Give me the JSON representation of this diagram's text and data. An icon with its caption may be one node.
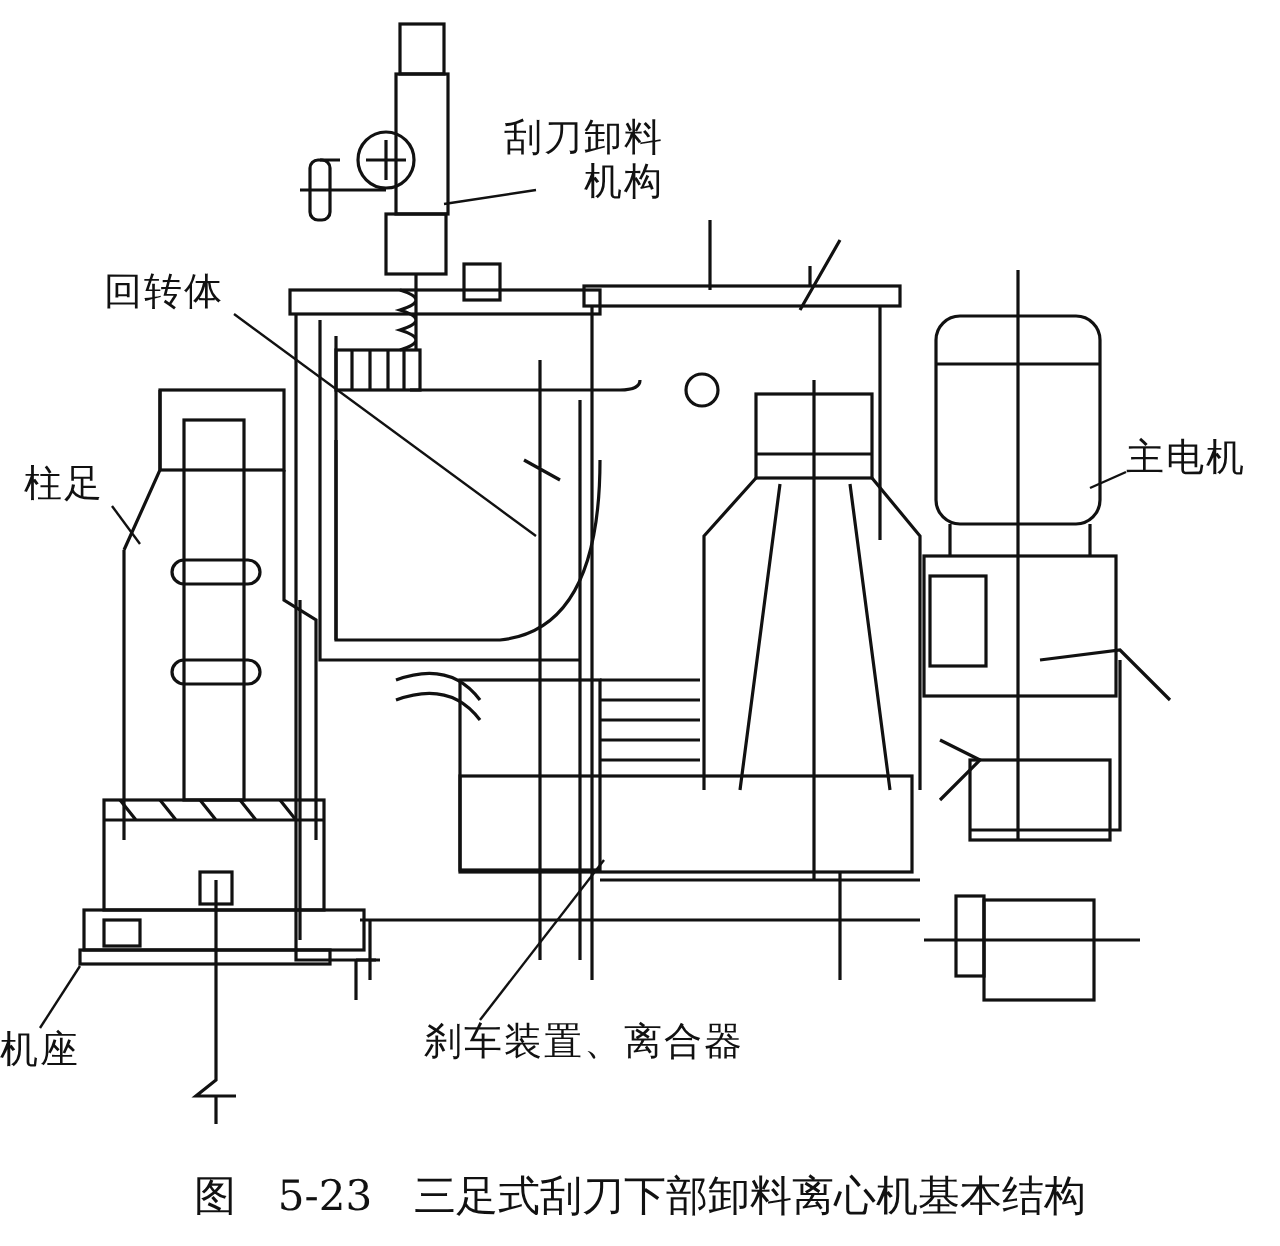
{
  "diagram": {
    "caption": "图 5-23 三足式刮刀下部卸料离心机基本结构",
    "nodes": [
      {
        "text": [
          "刮刀卸料机构"
        ]
      },
      {
        "text": [
          "回转体"
        ]
      },
      {
        "text": [
          "柱足"
        ]
      },
      {
        "text": [
          "主电机"
        ]
      },
      {
        "text": [
          "机座"
        ]
      },
      {
        "text": [
          "刹车装置、离合器"
        ]
      }
    ],
    "edges": [
      {
        "from": 0,
        "to": null,
        "arrow": "none"
      },
      {
        "from": 1,
        "to": null,
        "arrow": "none"
      },
      {
        "from": 2,
        "to": null,
        "arrow": "none"
      },
      {
        "from": 3,
        "to": null,
        "arrow": "none"
      },
      {
        "from": 4,
        "to": null,
        "arrow": "none"
      },
      {
        "from": 5,
        "to": null,
        "arrow": "none"
      }
    ]
  }
}
